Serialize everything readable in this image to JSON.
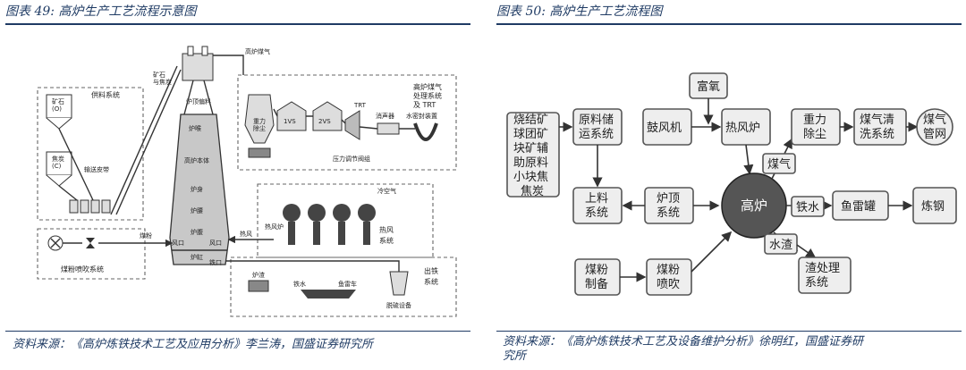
{
  "left": {
    "title": "图表 49:  高炉生产工艺流程示意图",
    "source": "资料来源：《高炉炼铁技术工艺及应用分析》李兰涛，国盛证券研究所",
    "labels": {
      "ore_coke": [
        "矿石",
        "与焦炭"
      ],
      "gas": "高炉煤气",
      "feed_sys": "供料系统",
      "ore": [
        "矿石",
        "(O)"
      ],
      "coke": [
        "焦炭",
        "(C)"
      ],
      "conveyor": "输送皮带",
      "top_dist": "炉顶偏料",
      "throat": "炉喉",
      "body": "高炉本体",
      "shaft": "炉身",
      "belly": "炉腰",
      "bosh": "炉腹",
      "hearth": "炉缸",
      "tuyere": "风口",
      "taphole": "铁口",
      "gas_sys": [
        "高炉煤气",
        "处理系统",
        "及 TRT"
      ],
      "gravity": [
        "重力",
        "除尘"
      ],
      "vs1": "1VS",
      "vs2": "2VS",
      "trt": "TRT",
      "silencer": "消声器",
      "water_seal": "水密封装置",
      "pressure_valve": "压力调节阀组",
      "cold_air": "冷空气",
      "stove": "热风炉",
      "hot_sys": [
        "热风",
        "系统"
      ],
      "hot_air": "热风",
      "coal": "煤粉",
      "pci_sys": "煤粉喷吹系统",
      "tap_sys": [
        "出铁",
        "系统"
      ],
      "slag_pot": "炉渣",
      "iron_ladle": "铁水",
      "torpedo": "鱼雷车",
      "tap_equip": "脱硫设备"
    }
  },
  "right": {
    "title": "图表 50:  高炉生产工艺流程图",
    "source_line1": "资料来源：《高炉炼铁技术工艺及设备维护分析》徐明红，国盛证券研",
    "source_line2": "究所",
    "nodes": {
      "raw": [
        "烧结矿",
        "球团矿",
        "块矿辅",
        "助原料",
        "小块焦",
        "焦炭"
      ],
      "storage": [
        "原料储",
        "运系统"
      ],
      "oxygen": "富氧",
      "blower": "鼓风机",
      "stove": "热风炉",
      "dust": [
        "重力",
        "除尘"
      ],
      "gas_clean": [
        "煤气清",
        "洗系统"
      ],
      "gas_pipe": [
        "煤气",
        "管网"
      ],
      "charging": [
        "上料",
        "系统"
      ],
      "top": [
        "炉顶",
        "系统"
      ],
      "furnace": "高炉",
      "gas": "煤气",
      "iron": "铁水",
      "torpedo": "鱼雷罐",
      "steel": "炼钢",
      "slag": "水渣",
      "slag_proc": [
        "渣处理",
        "系统"
      ],
      "coal_prep": [
        "煤粉",
        "制备"
      ],
      "coal_inj": [
        "煤粉",
        "喷吹"
      ]
    }
  }
}
